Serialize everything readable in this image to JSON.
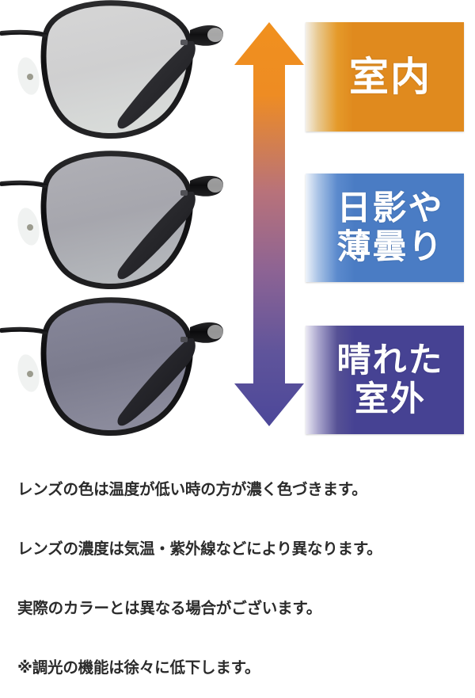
{
  "figure": {
    "kind": "photochromic-lens-tint-chart",
    "arrow": {
      "name": "vertical-double-arrow",
      "top_color": "#F0901E",
      "bottom_color": "#4C4799",
      "direction": "double"
    },
    "glasses": [
      {
        "id": "lens-lightest",
        "lens_tint": "#d0d0d2",
        "frame_color": "#1a1a1c",
        "condition": "室内"
      },
      {
        "id": "lens-medium",
        "lens_tint": "#a8a8ae",
        "frame_color": "#141416",
        "condition": "日影や薄曇り"
      },
      {
        "id": "lens-darkest",
        "lens_tint": "#7e7e90",
        "frame_color": "#121214",
        "condition": "晴れた室外"
      }
    ],
    "labels": [
      {
        "id": "indoor",
        "lines": [
          "室内"
        ],
        "color": "#E08A1E"
      },
      {
        "id": "shade",
        "lines": [
          "日影や",
          "薄曇り"
        ],
        "color": "#4A7CC4"
      },
      {
        "id": "sunny",
        "lines": [
          "晴れた",
          "室外"
        ],
        "color": "#464293"
      }
    ]
  },
  "labels": {
    "indoor": "室内",
    "shade_line1": "日影や",
    "shade_line2": "薄曇り",
    "sunny_line1": "晴れた",
    "sunny_line2": "室外"
  },
  "note": {
    "line1": "レンズの色は温度が低い時の方が濃く色づきます。",
    "line2": "レンズの濃度は気温・紫外線などにより異なります。",
    "line3": "実際のカラーとは異なる場合がございます。",
    "line4": "※調光の機能は徐々に低下します。"
  }
}
